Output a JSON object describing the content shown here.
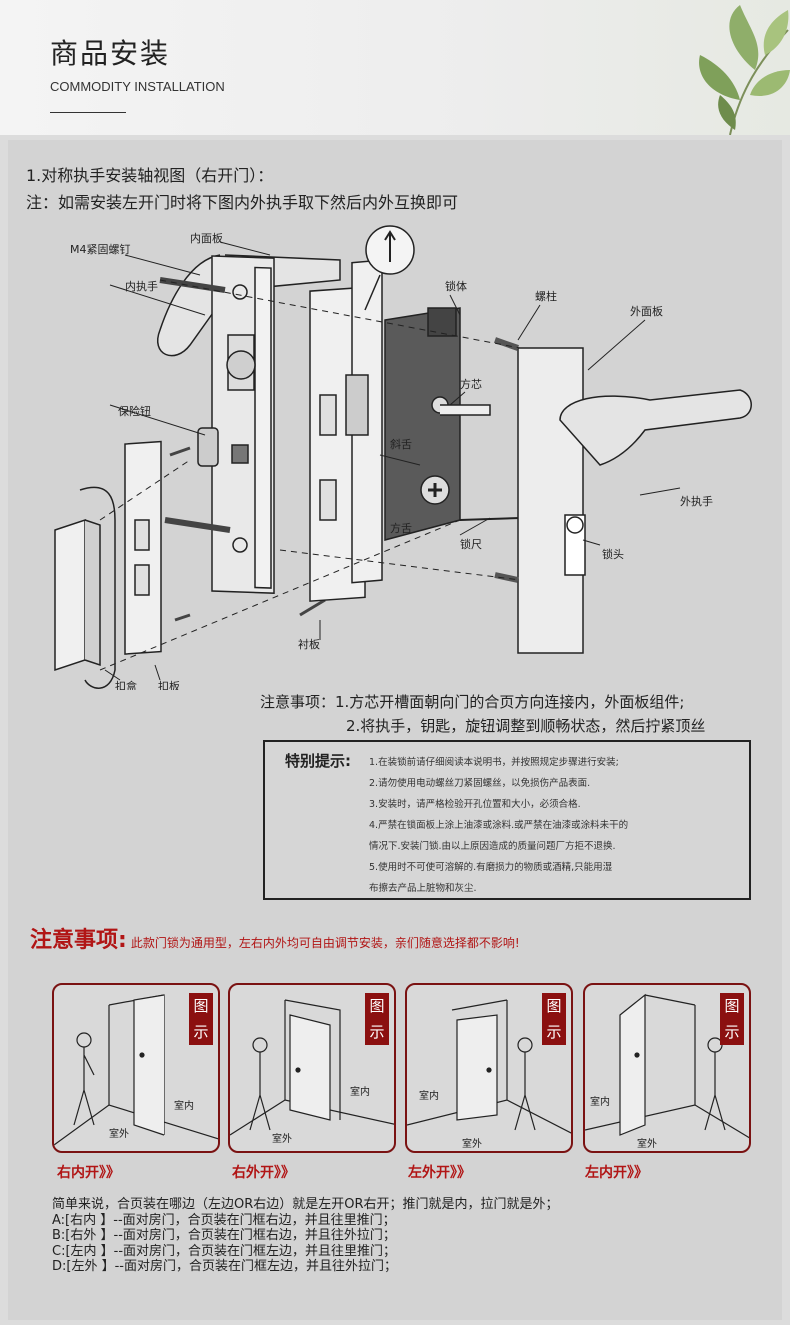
{
  "header": {
    "title": "商品安装",
    "subtitle": "COMMODITY INSTALLATION"
  },
  "intro": {
    "line1": "1.对称执手安装轴视图（右开门）：",
    "line2": "注：如需安装左开门时将下图内外执手取下然后内外互换即可"
  },
  "diagram_labels": {
    "m4_screw": "M4紧固螺钉",
    "inner_panel": "内面板",
    "inner_handle": "内执手",
    "lock_body": "锁体",
    "screw_post": "螺柱",
    "outer_panel": "外面板",
    "square_core": "方芯",
    "safety_knob": "保险钮",
    "latch_bolt": "斜舌",
    "dead_bolt": "方舌",
    "outer_handle": "外执手",
    "lock_ruler": "锁尺",
    "lock_cylinder": "锁头",
    "lining_plate": "衬板",
    "strike_box": "扣盒",
    "strike_plate": "扣板"
  },
  "notes": {
    "line1": "注意事项：1.方芯开槽面朝向门的合页方向连接内，外面板组件;",
    "line2": "2.将执手，钥匙，旋钮调整到顺畅状态，然后拧紧顶丝"
  },
  "tips": {
    "label": "特别提示:",
    "items": [
      "1.在装锁前请仔细阅读本说明书，并按照规定步骤进行安装;",
      "2.请勿使用电动螺丝刀紧固螺丝，以免损伤产品表面.",
      "3.安装时，请严格检验开孔位置和大小，必须合格.",
      "4.严禁在锁面板上涂上油漆或涂料.或严禁在油漆或涂料未干的",
      "情况下.安装门锁.由以上原因造成的质量问题厂方拒不退换.",
      "5.使用时不可使可溶解的.有磨损力的物质或酒精,只能用湿",
      "布擦去产品上脏物和灰尘."
    ]
  },
  "attention": {
    "heading": "注意事项:",
    "text": "此款门锁为通用型，左右内外均可自由调节安装，亲们随意选择都不影响!"
  },
  "cards": [
    {
      "tag1": "图",
      "tag2": "示",
      "room_in": "室内",
      "room_out": "室外",
      "caption": "右内开》》"
    },
    {
      "tag1": "图",
      "tag2": "示",
      "room_in": "室内",
      "room_out": "室外",
      "caption": "右外开》》"
    },
    {
      "tag1": "图",
      "tag2": "示",
      "room_in": "室内",
      "room_out": "室外",
      "caption": "左外开》》"
    },
    {
      "tag1": "图",
      "tag2": "示",
      "room_in": "室内",
      "room_out": "室外",
      "caption": "左内开》》"
    }
  ],
  "summary": {
    "lines": [
      "简单来说，合页装在哪边（左边OR右边）就是左开OR右开；推门就是内，拉门就是外；",
      "A:[右内 】--面对房门，合页装在门框右边，并且往里推门；",
      "B:[右外 】--面对房门，合页装在门框右边，并且往外拉门；",
      "C:[左内 】--面对房门，合页装在门框左边，并且往里推门；",
      "D:[左外 】--面对房门，合页装在门框左边，并且往外拉门；"
    ]
  },
  "colors": {
    "accent": "#b11515",
    "card_border": "#7a1212",
    "tag_bg": "#8b1010"
  }
}
